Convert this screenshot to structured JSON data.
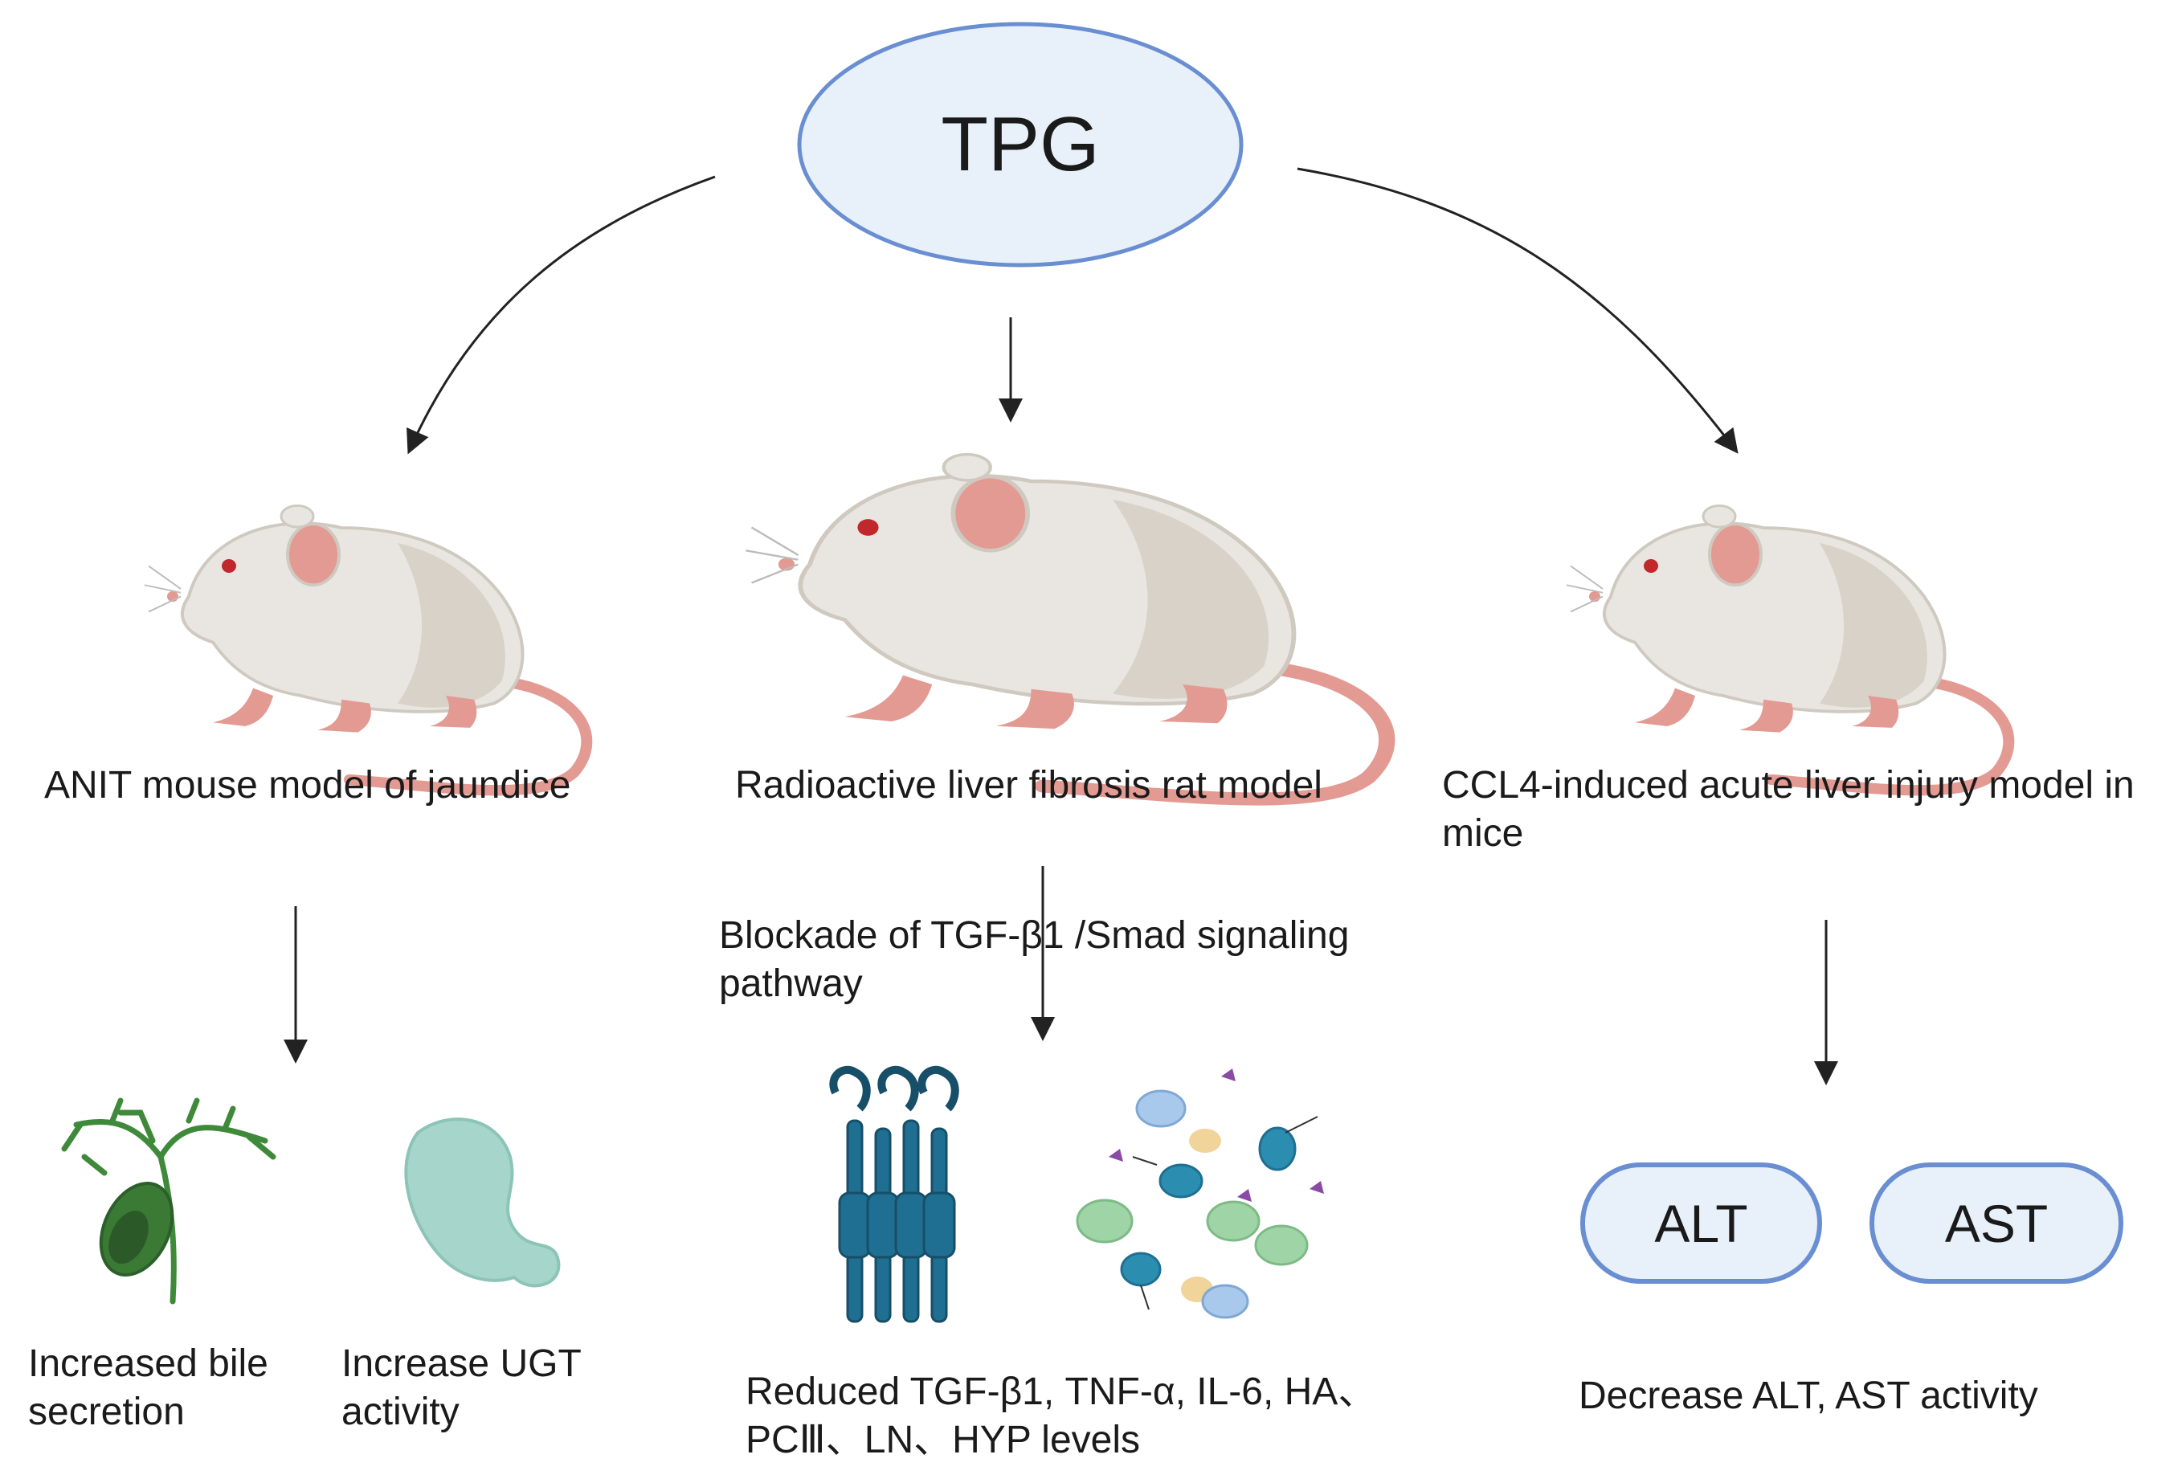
{
  "root": {
    "label": "TPG"
  },
  "models": [
    {
      "label": "ANIT mouse model of jaundice"
    },
    {
      "label": "Radioactive liver fibrosis rat model"
    },
    {
      "label": "CCL4-induced acute liver injury model in mice"
    }
  ],
  "mechanism": {
    "label": "Blockade of TGF-β1 /Smad signaling pathway"
  },
  "outcomes": {
    "bile": "Increased bile secretion",
    "ugt": "Increase UGT activity",
    "cytokines": "Reduced TGF-β1, TNF-α, IL-6, HA、PCⅢ、LN、HYP levels",
    "enzymes": "Decrease ALT, AST activity"
  },
  "enzyme_pills": {
    "alt": "ALT",
    "ast": "AST"
  },
  "colors": {
    "ellipse_fill": "#e8f0fa",
    "ellipse_stroke": "#6a8ed2",
    "mouse_body": "#e9e6e1",
    "mouse_shadow": "#cfc9c0",
    "mouse_pink": "#e39a93",
    "receptor": "#1f6f92",
    "bile_green": "#3f8a3a",
    "organ_teal": "#a6d6cb"
  }
}
